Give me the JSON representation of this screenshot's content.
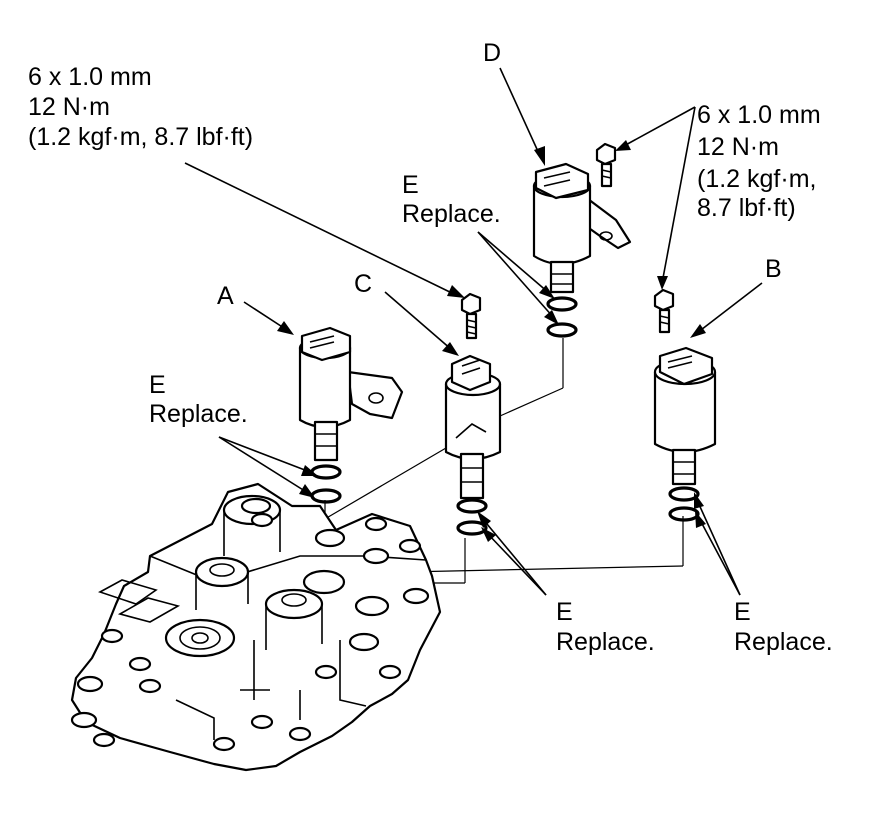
{
  "callouts": {
    "bolt_left": {
      "size": "6 x 1.0 mm",
      "torque_nm": "12 N·m",
      "torque_alt": "(1.2 kgf·m, 8.7 lbf·ft)"
    },
    "bolt_right": {
      "size": "6 x 1.0 mm",
      "torque_nm": "12 N·m",
      "torque_alt_1": "(1.2 kgf·m,",
      "torque_alt_2": "8.7 lbf·ft)"
    },
    "solenoid_a": "A",
    "solenoid_b": "B",
    "solenoid_c": "C",
    "solenoid_d": "D",
    "o_ring_letter": "E",
    "o_ring_note": "Replace."
  }
}
